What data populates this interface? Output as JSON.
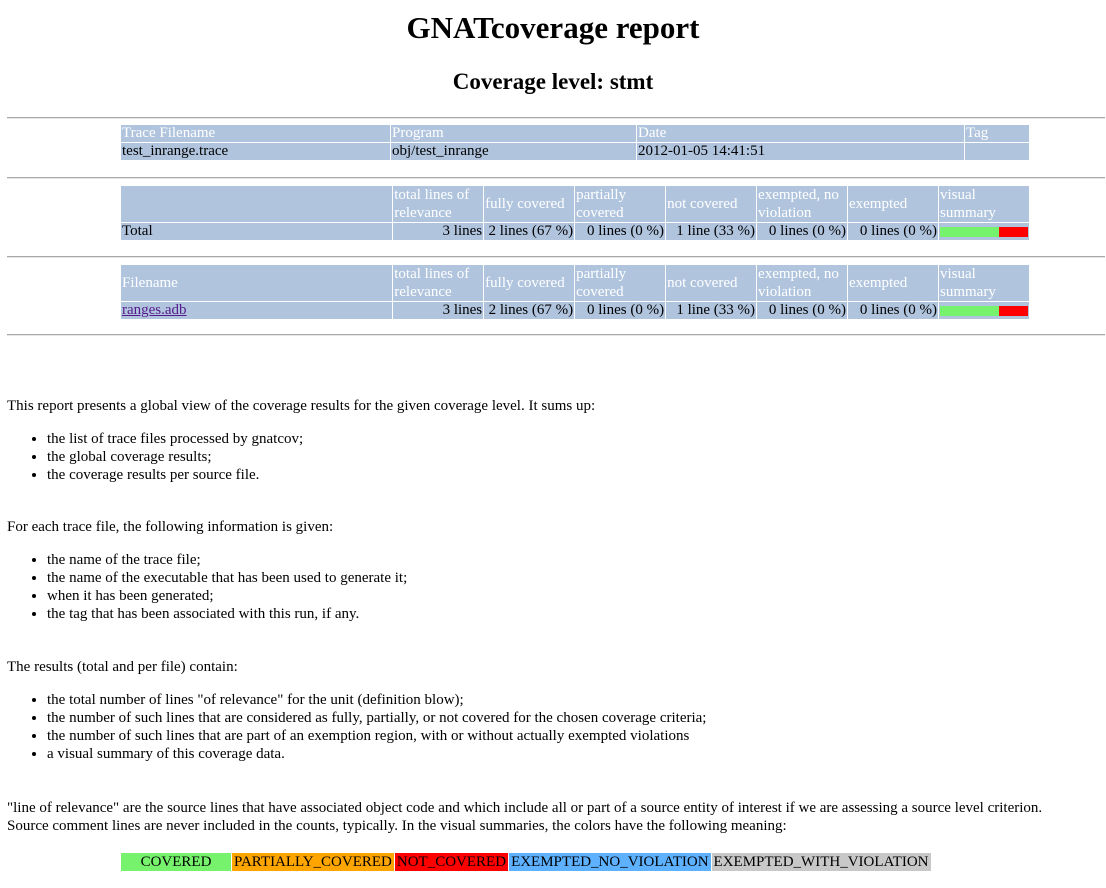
{
  "title": "GNATcoverage report",
  "subtitle": "Coverage level: stmt",
  "traces": {
    "headers": [
      "Trace Filename",
      "Program",
      "Date",
      "Tag"
    ],
    "row": [
      "test_inrange.trace",
      "obj/test_inrange",
      "2012-01-05 14:41:51",
      ""
    ]
  },
  "summary_headers": [
    "total lines of relevance",
    "fully covered",
    "partially covered",
    "not covered",
    "exempted, no violation",
    "exempted",
    "visual summary"
  ],
  "total": {
    "label": "Total",
    "values": [
      "3 lines",
      "2 lines (67 %)",
      "0 lines (0 %)",
      "1 line (33 %)",
      "0 lines (0 %)",
      "0 lines (0 %)"
    ],
    "bar": {
      "covered": 0.67,
      "not_covered": 0.33
    }
  },
  "files": {
    "first_header": "Filename",
    "rows": [
      {
        "name": "ranges.adb",
        "values": [
          "3 lines",
          "2 lines (67 %)",
          "0 lines (0 %)",
          "1 line (33 %)",
          "0 lines (0 %)",
          "0 lines (0 %)"
        ],
        "bar": {
          "covered": 0.67,
          "not_covered": 0.33
        }
      }
    ]
  },
  "help": {
    "p1": "This report presents a global view of the coverage results for the given coverage level. It sums up:",
    "list1": [
      "the list of trace files processed by gnatcov;",
      "the global coverage results;",
      "the coverage results per source file."
    ],
    "p2": "For each trace file, the following information is given:",
    "list2": [
      "the name of the trace file;",
      "the name of the executable that has been used to generate it;",
      "when it has been generated;",
      "the tag that has been associated with this run, if any."
    ],
    "p3": "The results (total and per file) contain:",
    "list3": [
      "the total number of lines \"of relevance\" for the unit (definition blow);",
      "the number of such lines that are considered as fully, partially, or not covered for the chosen coverage criteria;",
      "the number of such lines that are part of an exemption region, with or without actually exempted violations",
      "a visual summary of this coverage data."
    ],
    "p4a": "\"line of relevance\" are the source lines that have associated object code and which include all or part of a source entity of interest if we are assessing a source level criterion.",
    "p4b": "Source comment lines are never included in the counts, typically. In the visual summaries, the colors have the following meaning:"
  },
  "legend": [
    {
      "label": "COVERED",
      "color": "#76f26c"
    },
    {
      "label": "PARTIALLY_COVERED",
      "color": "#ffa500"
    },
    {
      "label": "NOT_COVERED",
      "color": "#ff0000"
    },
    {
      "label": "EXEMPTED_NO_VIOLATION",
      "color": "#5eb1ff"
    },
    {
      "label": "EXEMPTED_WITH_VIOLATION",
      "color": "#c8c8c8"
    }
  ]
}
